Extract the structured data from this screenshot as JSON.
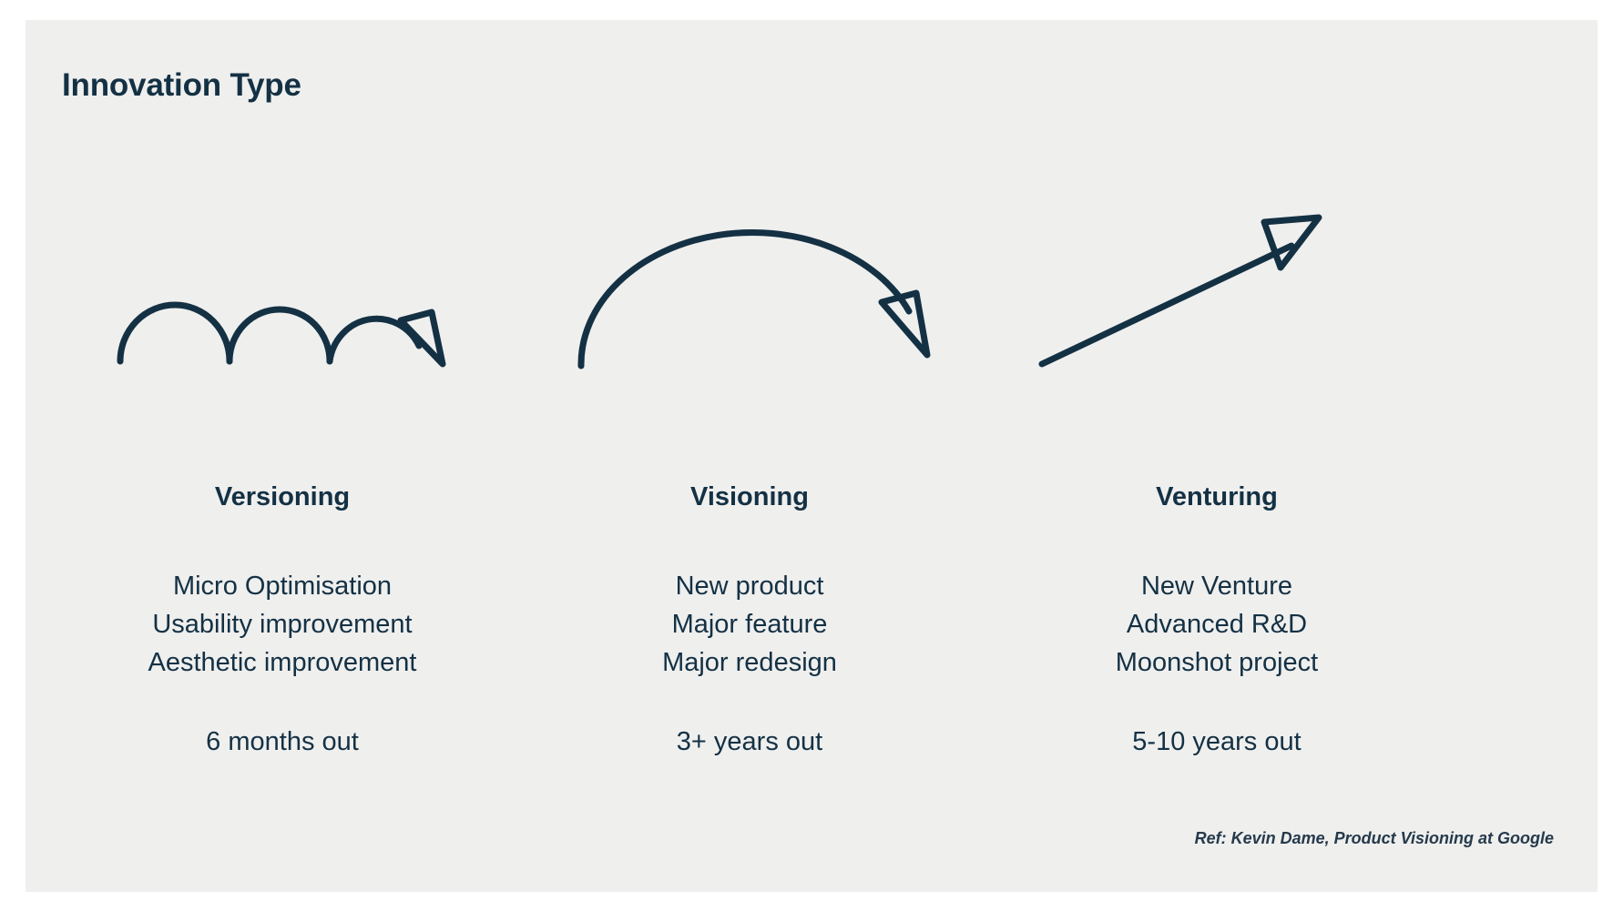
{
  "slide": {
    "title": "Innovation Type",
    "background_color": "#efefee",
    "accent_color": "#143144",
    "page_background": "#ffffff"
  },
  "icons": [
    {
      "name": "bouncing-arrow-icon",
      "description": "three small bouncing arcs ending in an arrowhead"
    },
    {
      "name": "arcing-arrow-icon",
      "description": "one large arc ending in an arrowhead"
    },
    {
      "name": "rising-arrow-icon",
      "description": "straight diagonal arrow rising to the upper right"
    }
  ],
  "columns": [
    {
      "heading": "Versioning",
      "items": [
        "Micro Optimisation",
        "Usability improvement",
        "Aesthetic improvement"
      ],
      "timeframe": "6 months out",
      "icon": "bouncing-arrow-icon"
    },
    {
      "heading": "Visioning",
      "items": [
        "New product",
        "Major feature",
        "Major redesign"
      ],
      "timeframe": "3+ years out",
      "icon": "arcing-arrow-icon"
    },
    {
      "heading": "Venturing",
      "items": [
        "New Venture",
        "Advanced R&D",
        "Moonshot project"
      ],
      "timeframe": "5-10 years out",
      "icon": "rising-arrow-icon"
    }
  ],
  "reference": "Ref: Kevin Dame, Product Visioning at Google"
}
